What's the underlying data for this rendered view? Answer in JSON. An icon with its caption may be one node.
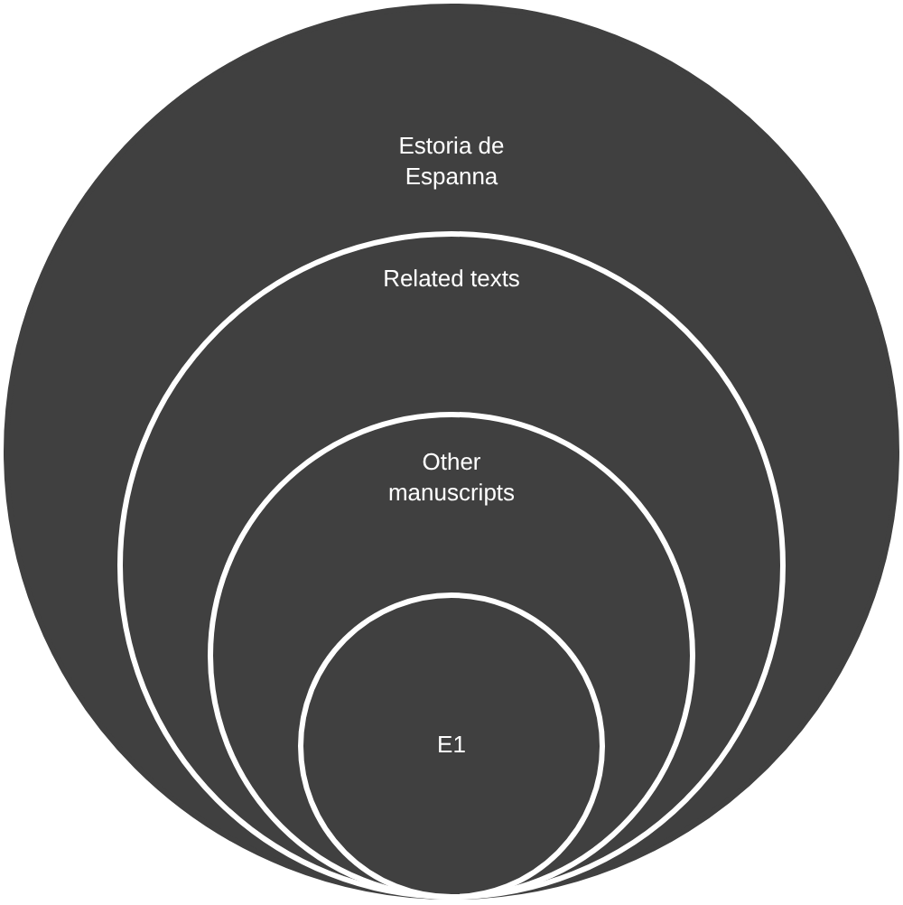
{
  "diagram": {
    "nodes": [
      {
        "text": [
          "Estoria de Espanna"
        ]
      },
      {
        "text": [
          "Related texts"
        ],
        "in": 0
      },
      {
        "text": [
          "Other manuscripts"
        ],
        "in": 1
      },
      {
        "text": [
          "E1"
        ],
        "in": 2
      }
    ]
  }
}
